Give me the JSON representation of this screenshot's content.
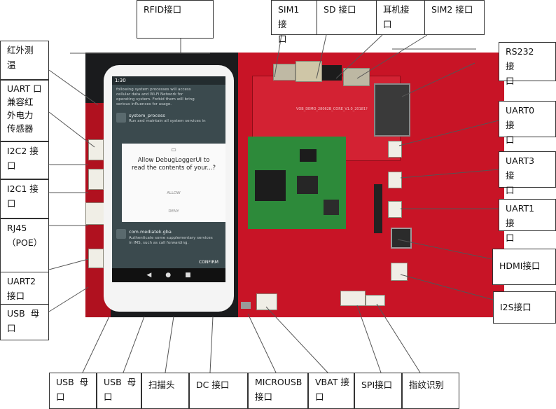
{
  "labels": {
    "rfid": "RFID接口",
    "sim1": "SIM1  接\n口",
    "sd": "SD 接口",
    "earphone": "耳机接\n口",
    "sim2": "SIM2 接口",
    "ir_temp": "红外测\n温",
    "uart_power": "UART 口\n兼容红\n外电力\n传感器",
    "i2c2": "I2C2 接\n口",
    "i2c1": "I2C1 接\n口",
    "rj45": "RJ45\n（POE）",
    "uart2": "UART2\n接口",
    "usb_left": "USB  母\n口",
    "rs232": "RS232    接\n口",
    "uart0": "UART0    接\n口",
    "uart3": "UART3    接\n口",
    "uart1": "UART1    接\n口",
    "hdmi": "HDMI接口",
    "i2s": "I2S接口",
    "usb_b1": "USB  母\n口",
    "usb_b2": "USB  母\n口",
    "scanner": "扫描头",
    "dc": "DC 接口",
    "microusb": "MICROUSB\n接口",
    "vbat": "VBAT 接\n口",
    "spi": "SPI接口",
    "fingerprint": "指纹识别"
  },
  "phone": {
    "time": "1:30",
    "bg_text": "following system processes will access\ncellular data and Wi-Fi Network for\noperating system. Forbid them will bring\nserious influences for usage.",
    "app1_name": "system_process",
    "app1_desc": "Run and maintain all system services in",
    "dialog_title": "Allow DebugLoggerUI to\nread the contents of your...?",
    "allow": "ALLOW",
    "deny": "DENY",
    "app2_name": "com.mediatek.gba",
    "app2_desc": "Authenticate some supplementary services\nin IMS, such as call forwarding.",
    "confirm": "CONFIRM",
    "nav": "◀       ●       ■"
  },
  "board_silk": "VOB_DEMO_28062B_CORE_V1.0_20181?"
}
